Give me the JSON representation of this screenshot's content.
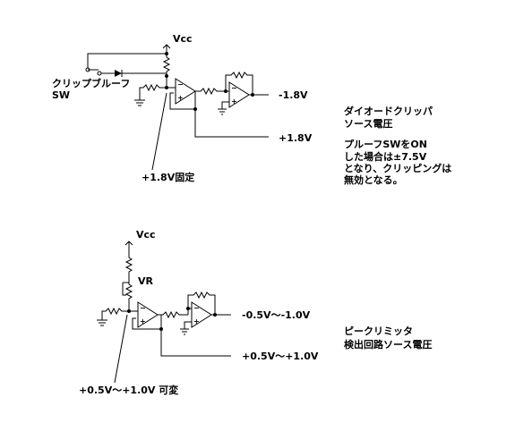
{
  "circuit1": {
    "vcc": "Vcc",
    "switch_label_line1": "クリップブルーフ",
    "switch_label_line2": "SW",
    "output_label": "-1.8V",
    "ref_label": "+1.8V",
    "fixed_label": "+1.8V固定",
    "note_title_line1": "ダイオードクリッパ",
    "note_title_line2": "ソース電圧",
    "note_line1": "プルーフSWをON",
    "note_line2": "した場合は±7.5V",
    "note_line3": "となり、クリッピングは",
    "note_line4": "無効となる。"
  },
  "circuit2": {
    "vcc": "Vcc",
    "vr_label": "VR",
    "output_label": "-0.5V〜-1.0V",
    "ref_label": "+0.5V〜+1.0V",
    "adjust_label": "+0.5V〜+1.0V 可変",
    "note_line1": "ピークリミッタ",
    "note_line2": "検出回路ソース電圧"
  },
  "opamp_symbols": {
    "minus": "−",
    "plus": "+"
  }
}
